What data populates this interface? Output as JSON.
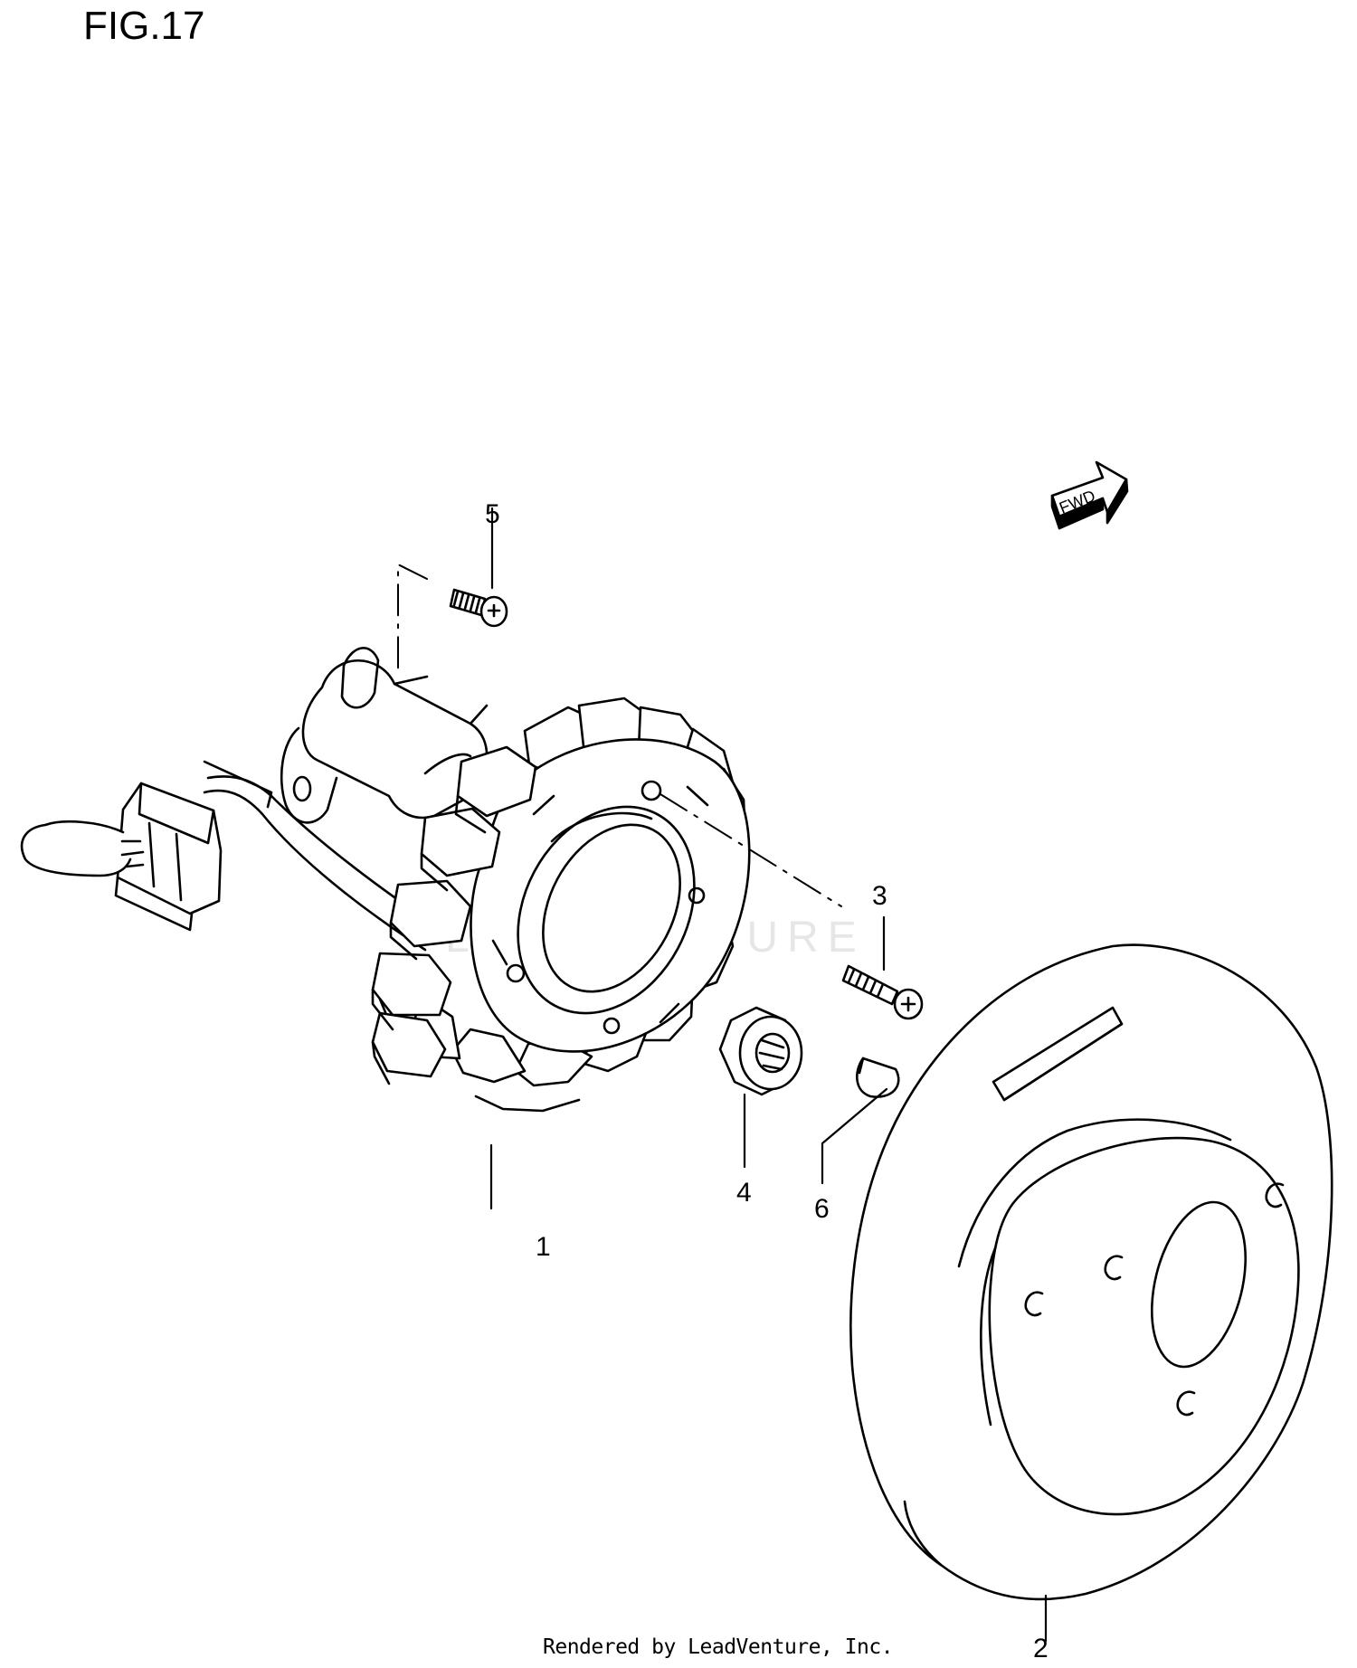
{
  "figure": {
    "title": "FIG.17"
  },
  "direction_marker": {
    "label": "FWD"
  },
  "watermark": {
    "text": "LEADVENTURE"
  },
  "callouts": [
    {
      "id": "1",
      "label": "1"
    },
    {
      "id": "2",
      "label": "2"
    },
    {
      "id": "3",
      "label": "3"
    },
    {
      "id": "4",
      "label": "4"
    },
    {
      "id": "5",
      "label": "5"
    },
    {
      "id": "6",
      "label": "6"
    }
  ],
  "footer": {
    "credit": "Rendered by LeadVenture, Inc."
  }
}
